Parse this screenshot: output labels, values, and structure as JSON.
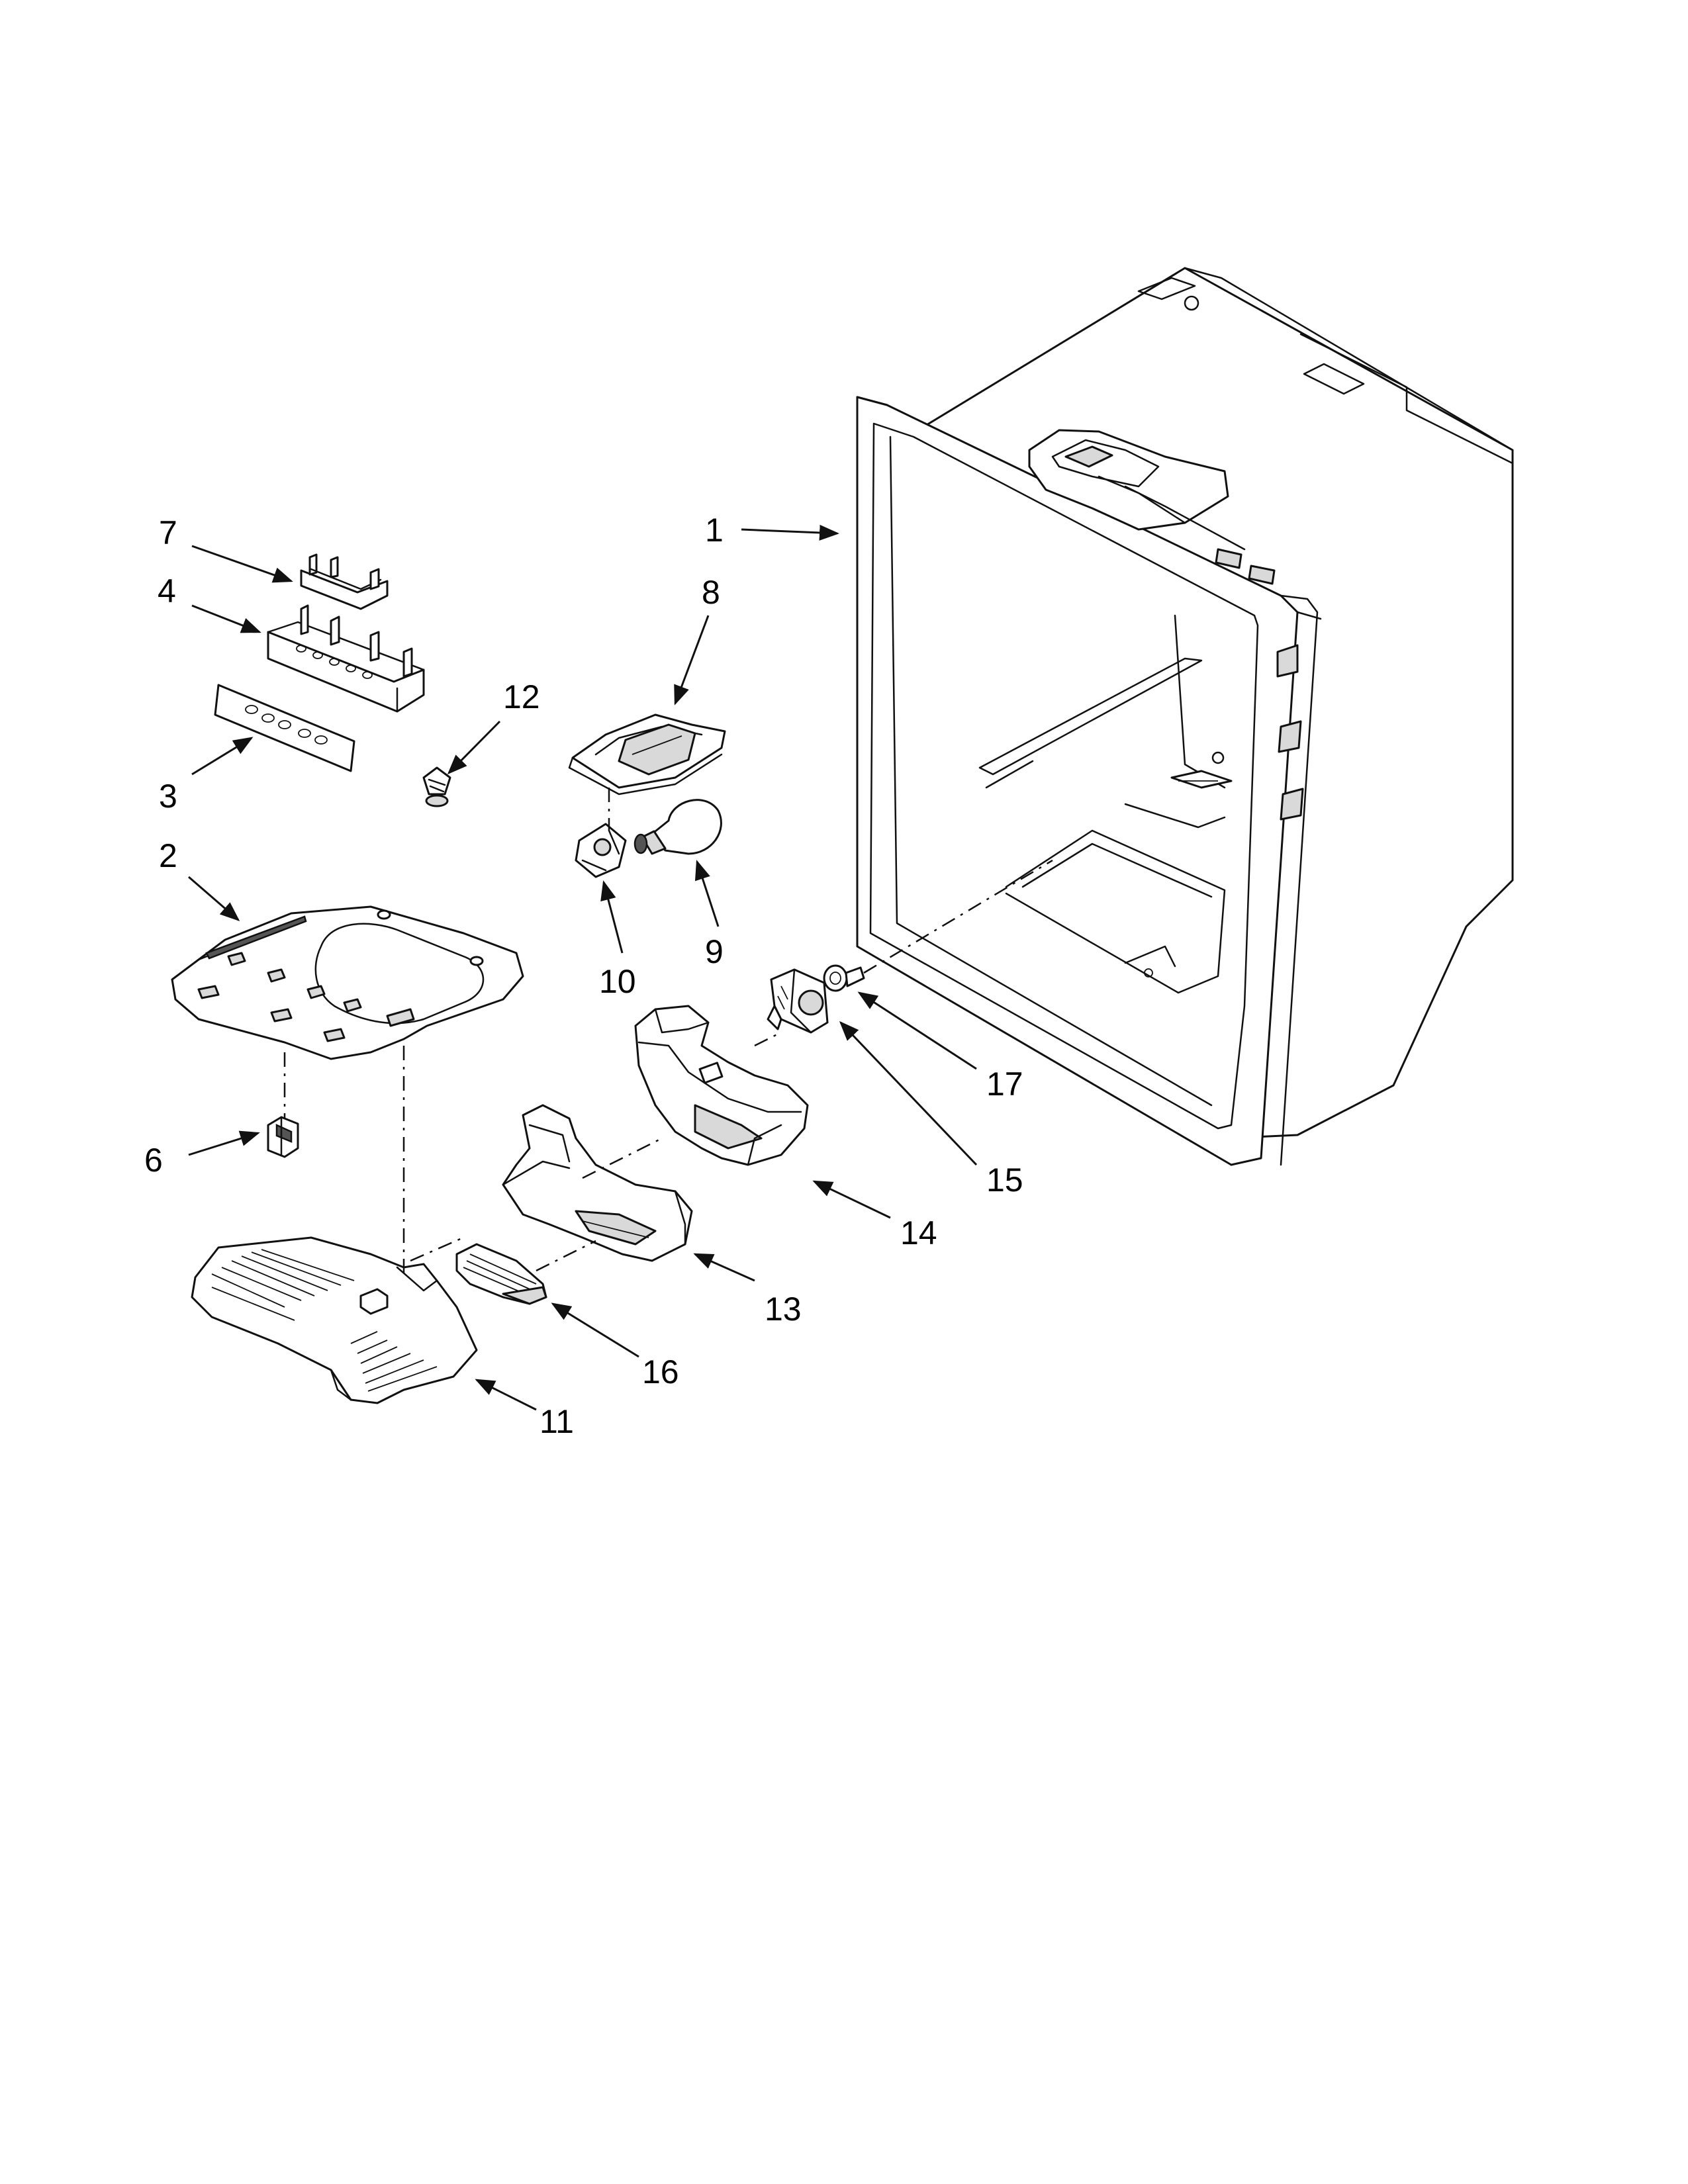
{
  "diagram": {
    "callouts": [
      {
        "id": "1",
        "label": "1"
      },
      {
        "id": "2",
        "label": "2"
      },
      {
        "id": "3",
        "label": "3"
      },
      {
        "id": "4",
        "label": "4"
      },
      {
        "id": "6",
        "label": "6"
      },
      {
        "id": "7",
        "label": "7"
      },
      {
        "id": "8",
        "label": "8"
      },
      {
        "id": "9",
        "label": "9"
      },
      {
        "id": "10",
        "label": "10"
      },
      {
        "id": "11",
        "label": "11"
      },
      {
        "id": "12",
        "label": "12"
      },
      {
        "id": "13",
        "label": "13"
      },
      {
        "id": "14",
        "label": "14"
      },
      {
        "id": "15",
        "label": "15"
      },
      {
        "id": "16",
        "label": "16"
      },
      {
        "id": "17",
        "label": "17"
      }
    ]
  }
}
